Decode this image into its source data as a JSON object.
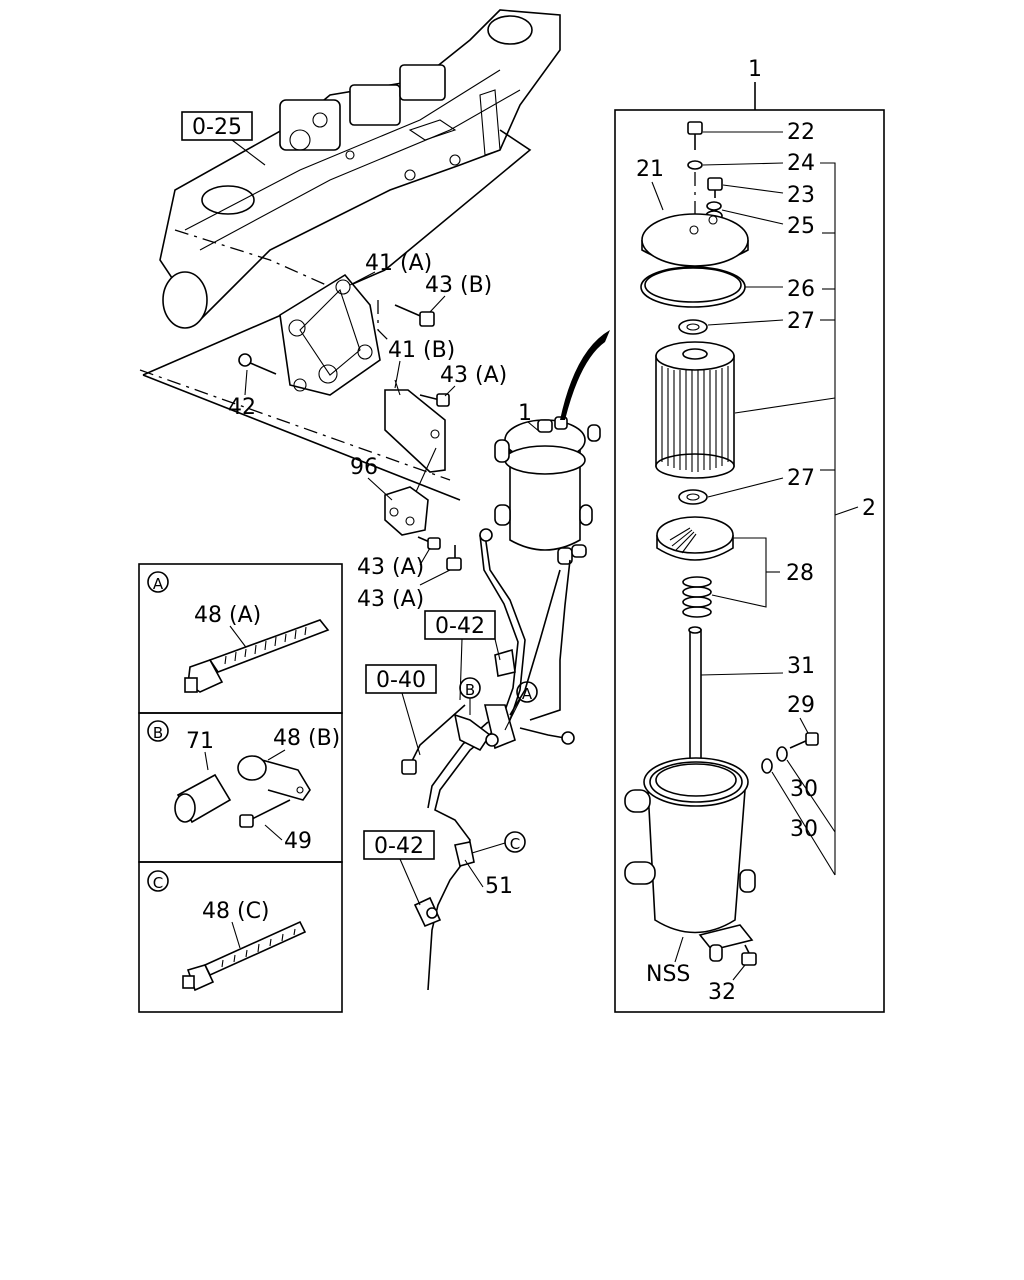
{
  "refs": {
    "r025": "0-25",
    "r042a": "0-42",
    "r040": "0-40",
    "r042b": "0-42"
  },
  "callouts": {
    "p1_top": "1",
    "p22": "22",
    "p24": "24",
    "p21": "21",
    "p23": "23",
    "p25": "25",
    "p26": "26",
    "p27a": "27",
    "p27b": "27",
    "p2": "2",
    "p28": "28",
    "p31": "31",
    "p29": "29",
    "p30a": "30",
    "p30b": "30",
    "nss": "NSS",
    "p32": "32",
    "p41a": "41 (A)",
    "p43b": "43 (B)",
    "p41b": "41 (B)",
    "p43a_1": "43 (A)",
    "p42": "42",
    "p1_mid": "1",
    "p96": "96",
    "p43a_2": "43 (A)",
    "p43a_3": "43 (A)",
    "p51": "51"
  },
  "markers": {
    "a": "A",
    "b": "B",
    "c": "C"
  },
  "insets": {
    "a": {
      "marker": "A",
      "label": "48 (A)"
    },
    "b": {
      "marker": "B",
      "label_71": "71",
      "label_48b": "48 (B)",
      "label_49": "49"
    },
    "c": {
      "marker": "C",
      "label": "48 (C)"
    }
  }
}
